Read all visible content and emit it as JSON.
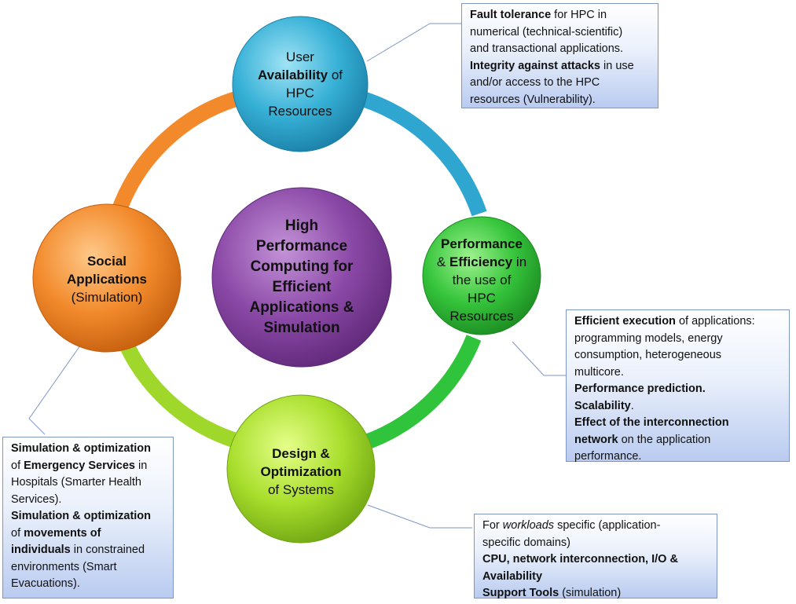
{
  "center": {
    "lines": [
      "High",
      "Performance",
      "Computing for",
      "Efficient",
      "Applications &",
      "Simulation"
    ],
    "color": "#7b3a96"
  },
  "nodes": {
    "availability": {
      "color": "#2ea9cf",
      "lines": [
        {
          "pre": "User",
          "bold": "",
          "post": ""
        },
        {
          "pre": "",
          "bold": "Availability",
          "post": " of"
        },
        {
          "pre": "HPC",
          "bold": "",
          "post": ""
        },
        {
          "pre": "Resources",
          "bold": "",
          "post": ""
        }
      ]
    },
    "performance": {
      "color": "#2fbf3a",
      "lines": [
        {
          "pre": "",
          "bold": "Performance",
          "post": ""
        },
        {
          "pre": "& ",
          "bold": "Efficiency",
          "post": " in"
        },
        {
          "pre": "the use of",
          "bold": "",
          "post": ""
        },
        {
          "pre": "HPC",
          "bold": "",
          "post": ""
        },
        {
          "pre": "Resources",
          "bold": "",
          "post": ""
        }
      ]
    },
    "design": {
      "color": "#9fd82a",
      "lines": [
        {
          "pre": "",
          "bold": "Design &",
          "post": ""
        },
        {
          "pre": "",
          "bold": "Optimization",
          "post": ""
        },
        {
          "pre": "of Systems",
          "bold": "",
          "post": ""
        }
      ]
    },
    "social": {
      "color": "#f0862a",
      "lines": [
        {
          "pre": "",
          "bold": "Social",
          "post": ""
        },
        {
          "pre": "",
          "bold": "Applications",
          "post": ""
        },
        {
          "pre": "(Simulation)",
          "bold": "",
          "post": ""
        }
      ]
    }
  },
  "boxes": {
    "fault": {
      "rows": [
        {
          "bold": "Fault tolerance",
          "post": " for HPC in"
        },
        {
          "bold": "",
          "post": "numerical (technical-scientific)"
        },
        {
          "bold": "",
          "post": "and transactional applications."
        },
        {
          "bold": "Integrity against attacks",
          "post": " in use"
        },
        {
          "bold": "",
          "post": "and/or access to the HPC"
        },
        {
          "bold": "",
          "post": "resources (Vulnerability)."
        }
      ]
    },
    "efficient": {
      "rows": [
        {
          "bold": "Efficient execution",
          "post": " of applications:"
        },
        {
          "bold": "",
          "post": "programming models, energy"
        },
        {
          "bold": "",
          "post": "consumption, heterogeneous"
        },
        {
          "bold": "",
          "post": "multicore."
        },
        {
          "bold": "Performance prediction.",
          "post": ""
        },
        {
          "bold": "Scalability",
          "post": "."
        },
        {
          "bold": "Effect of the interconnection",
          "post": ""
        },
        {
          "bold": "network",
          "post": " on the application"
        },
        {
          "bold": "",
          "post": "performance."
        }
      ]
    },
    "workloads": {
      "rows": [
        {
          "pre": "For ",
          "italic": "workloads",
          "post": " specific (application-"
        },
        {
          "pre": "",
          "italic": "",
          "post": "specific domains)"
        },
        {
          "bold": "CPU, network interconnection, I/O &",
          "post": ""
        },
        {
          "bold": "Availability",
          "post": ""
        },
        {
          "bold": "Support Tools",
          "post": " (simulation)"
        }
      ]
    },
    "simulation": {
      "rows": [
        {
          "pre": "",
          "bold": "Simulation & optimization",
          "post": ""
        },
        {
          "pre": "of ",
          "bold": "Emergency Services",
          "post": " in"
        },
        {
          "pre": "",
          "bold": "",
          "post": "Hospitals (Smarter Health"
        },
        {
          "pre": "",
          "bold": "",
          "post": "Services)."
        },
        {
          "pre": "",
          "bold": "Simulation & optimization",
          "post": ""
        },
        {
          "pre": "of ",
          "bold": "movements of",
          "post": ""
        },
        {
          "pre": "",
          "bold": "individuals",
          "post": " in constrained"
        },
        {
          "pre": "",
          "bold": "",
          "post": "environments (Smart"
        },
        {
          "pre": "",
          "bold": "",
          "post": "Evacuations)."
        }
      ]
    }
  }
}
